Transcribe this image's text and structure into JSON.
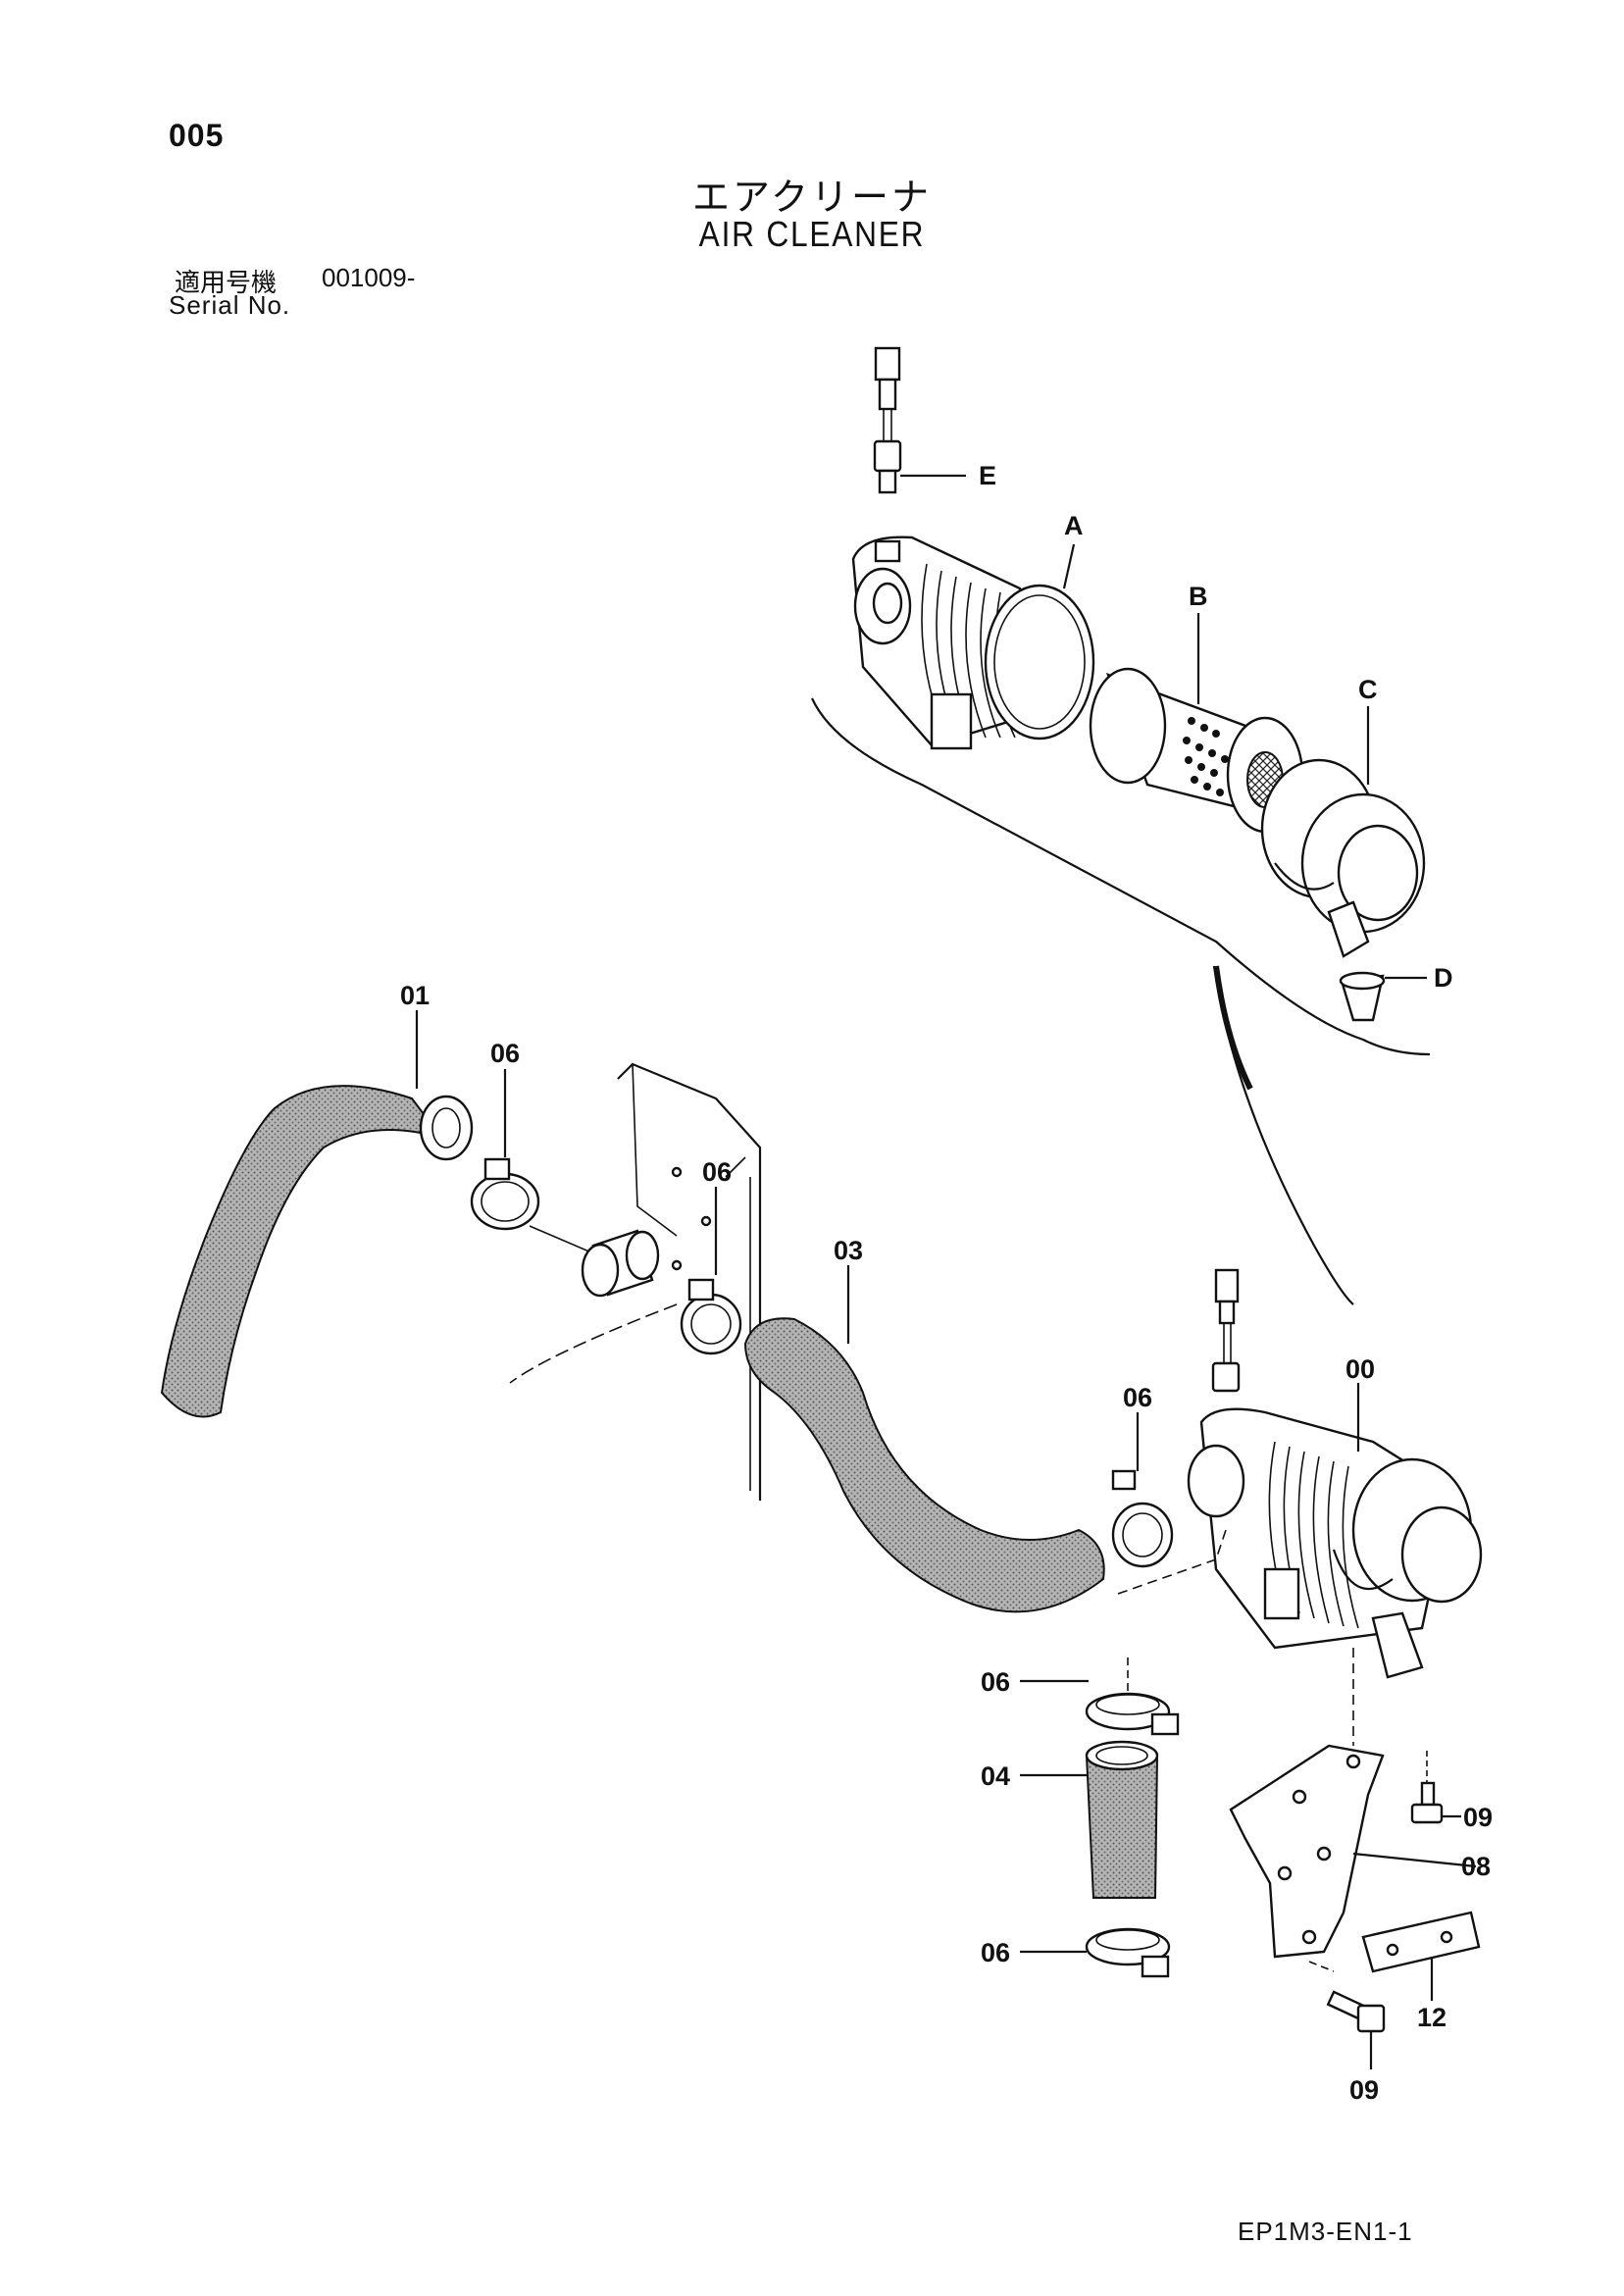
{
  "page": {
    "number": "005",
    "title_jp": "エアクリーナ",
    "title_en": "AIR CLEANER",
    "serial_label_jp": "適用号機",
    "serial_value": "001009-",
    "serial_label_en": "Serial No.",
    "doc_code": "EP1M3-EN1-1"
  },
  "callouts": {
    "E": "E",
    "A": "A",
    "B": "B",
    "C": "C",
    "D": "D",
    "p01": "01",
    "p06a": "06",
    "p06b": "06",
    "p03": "03",
    "p00": "00",
    "p06c": "06",
    "p06d": "06",
    "p04": "04",
    "p06e": "06",
    "p09a": "09",
    "p08": "08",
    "p12": "12",
    "p09b": "09"
  },
  "colors": {
    "ink": "#111111",
    "hose_fill": "#a8a8a8",
    "paper": "#ffffff"
  }
}
